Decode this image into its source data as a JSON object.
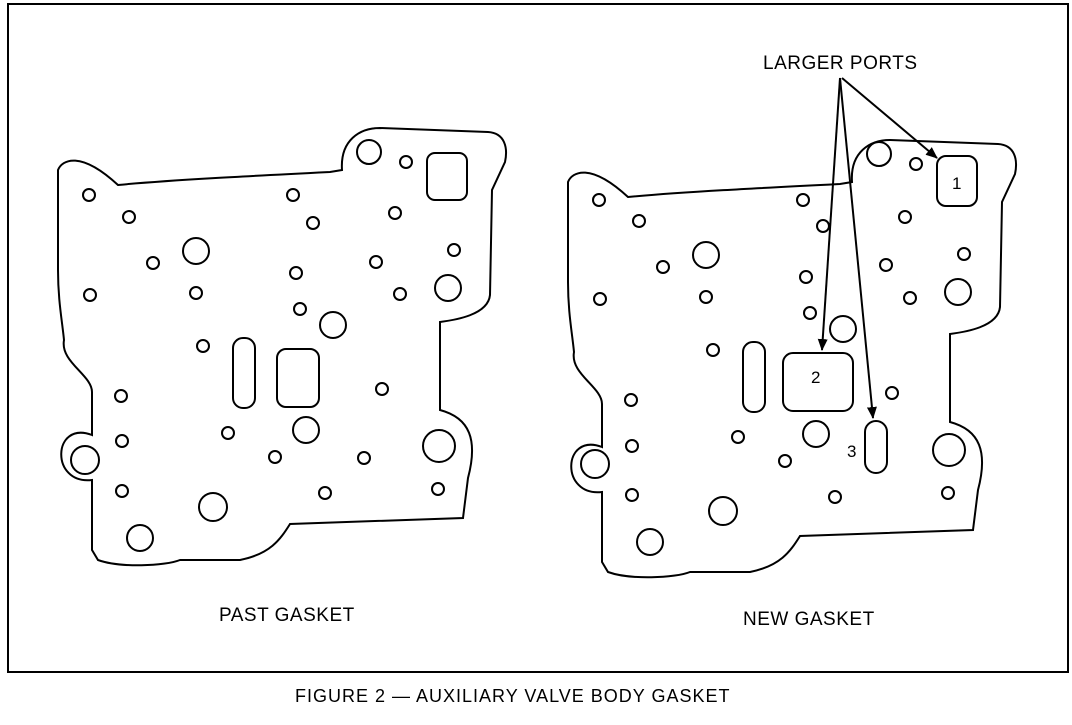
{
  "figure": {
    "caption": "FIGURE 2 — AUXILIARY VALVE BODY GASKET",
    "annotation": "LARGER PORTS",
    "past_label": "PAST GASKET",
    "new_label": "NEW GASKET",
    "port_numbers": [
      "1",
      "2",
      "3"
    ]
  }
}
